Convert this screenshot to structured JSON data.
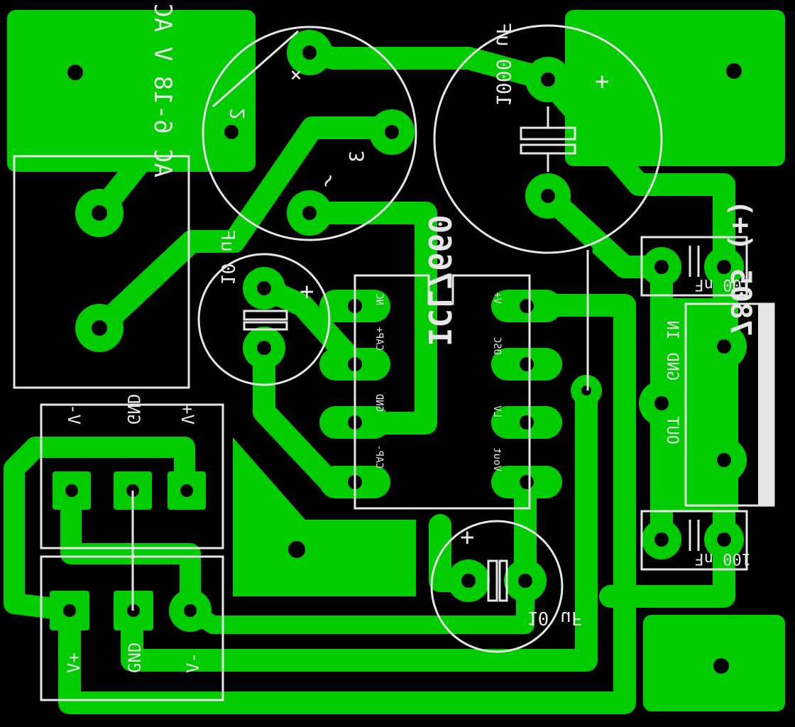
{
  "labels": {
    "transformer": "AC 6-18 V AC",
    "rectifier_tilde": "~",
    "rectifier_plus": "+",
    "rectifier_pin2": "2",
    "rectifier_pin3": "3",
    "main_cap": "1000 uF",
    "main_cap_plus": "+",
    "ic": "ICL7660",
    "ic_pin_nc": "NC",
    "ic_pin_cap_plus": "CAP+",
    "ic_pin_gnd": "GND",
    "ic_pin_cap_minus": "CAP-",
    "ic_pin_vplus": "V+",
    "ic_pin_osc": "OSC",
    "ic_pin_lv": "LV",
    "ic_pin_vout": "Vout",
    "cap_10uf_top": "10 uF",
    "cap_10uf_top_plus": "+",
    "cap_10uf_bottom": "10 uF",
    "cap_10uf_bottom_plus": "+",
    "cap_100nf_top": "100 nF",
    "cap_100nf_bottom": "100 nF",
    "regulator": "7805 (+)",
    "reg_in": "IN",
    "reg_gnd": "GND",
    "reg_out": "OUT",
    "header_top_vminus": "V-",
    "header_top_gnd": "GND",
    "header_top_vplus": "V+",
    "header_bottom_vplus": "V+",
    "header_bottom_gnd": "GND",
    "header_bottom_vminus": "V-"
  },
  "colors": {
    "copper": "#00cc00",
    "silkscreen": "#e6e6e6",
    "background": "#000000"
  }
}
